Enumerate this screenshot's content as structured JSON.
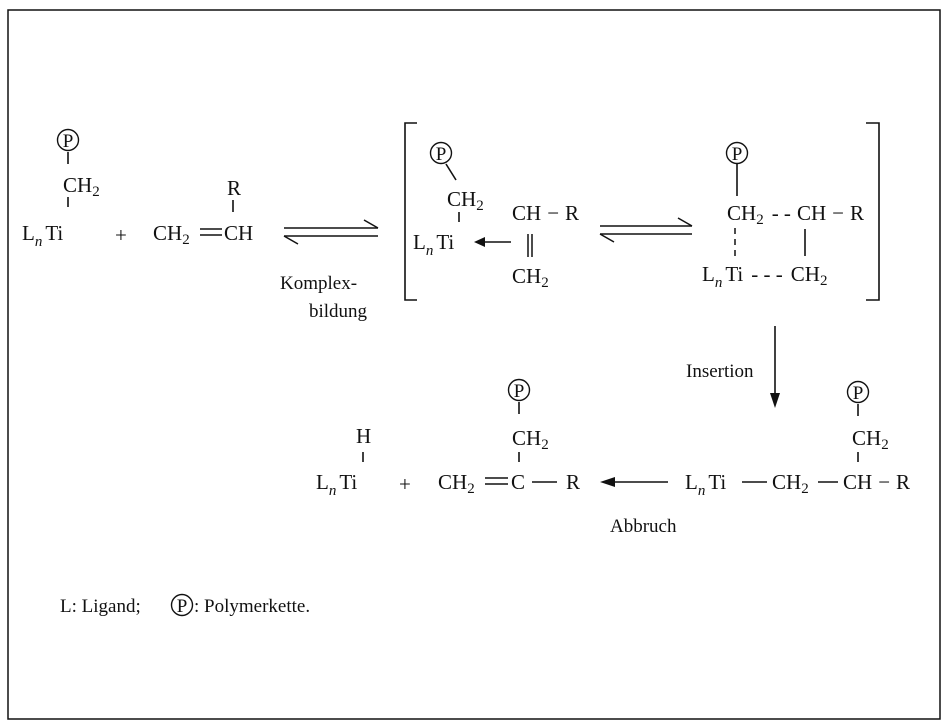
{
  "symbols": {
    "P": "P",
    "R": "R",
    "H": "H",
    "CH2": "CH",
    "CH": "CH",
    "C": "C",
    "Ti": "Ti",
    "Ln_L": "L",
    "Ln_n": "n",
    "sub2": "2",
    "plus": "+",
    "dash": "−",
    "dashes2": "- -",
    "dashes3": "- - -"
  },
  "labels": {
    "komplex1": "Komplex-",
    "komplex2": "bildung",
    "insertion": "Insertion",
    "abbruch": "Abbruch"
  },
  "legend": {
    "ligand": "L: Ligand;",
    "polymer": ": Polymerkette."
  },
  "colors": {
    "ink": "#111111",
    "background": "#ffffff"
  }
}
